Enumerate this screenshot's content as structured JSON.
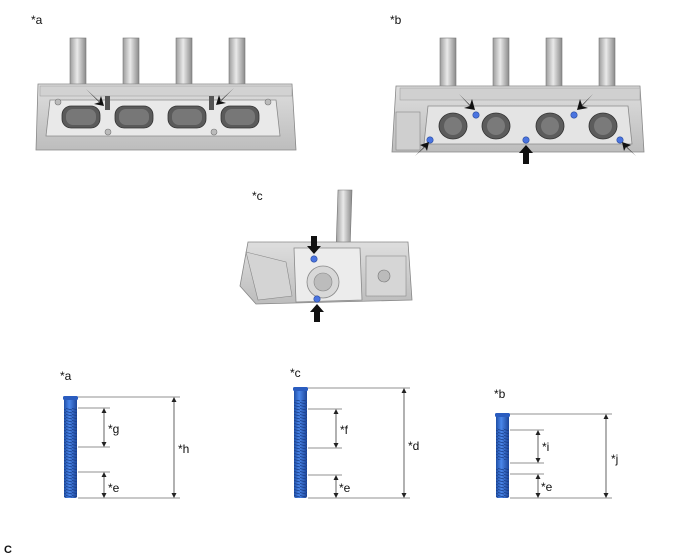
{
  "figure_labels": {
    "view_a": "*a",
    "view_b": "*b",
    "view_c": "*c"
  },
  "stud_bolts": [
    {
      "id": "a",
      "label": "*a",
      "dims": {
        "thread_top": "*g",
        "thread_bottom": "*e",
        "overall": "*h"
      }
    },
    {
      "id": "c",
      "label": "*c",
      "dims": {
        "thread_top": "*f",
        "thread_bottom": "*e",
        "overall": "*d"
      }
    },
    {
      "id": "b",
      "label": "*b",
      "dims": {
        "thread_top": "*i",
        "thread_bottom": "*e",
        "overall": "*j"
      }
    }
  ],
  "corner_label": "C",
  "colors": {
    "stud_blue": "#2f6fd6",
    "stud_blue_dark": "#1f4fa6",
    "marker_blue": "#4a74e0",
    "engine_light": "#e6e6e6",
    "engine_mid": "#c8c8c8",
    "engine_dark": "#8e8e8e",
    "arrow": "#111111"
  }
}
